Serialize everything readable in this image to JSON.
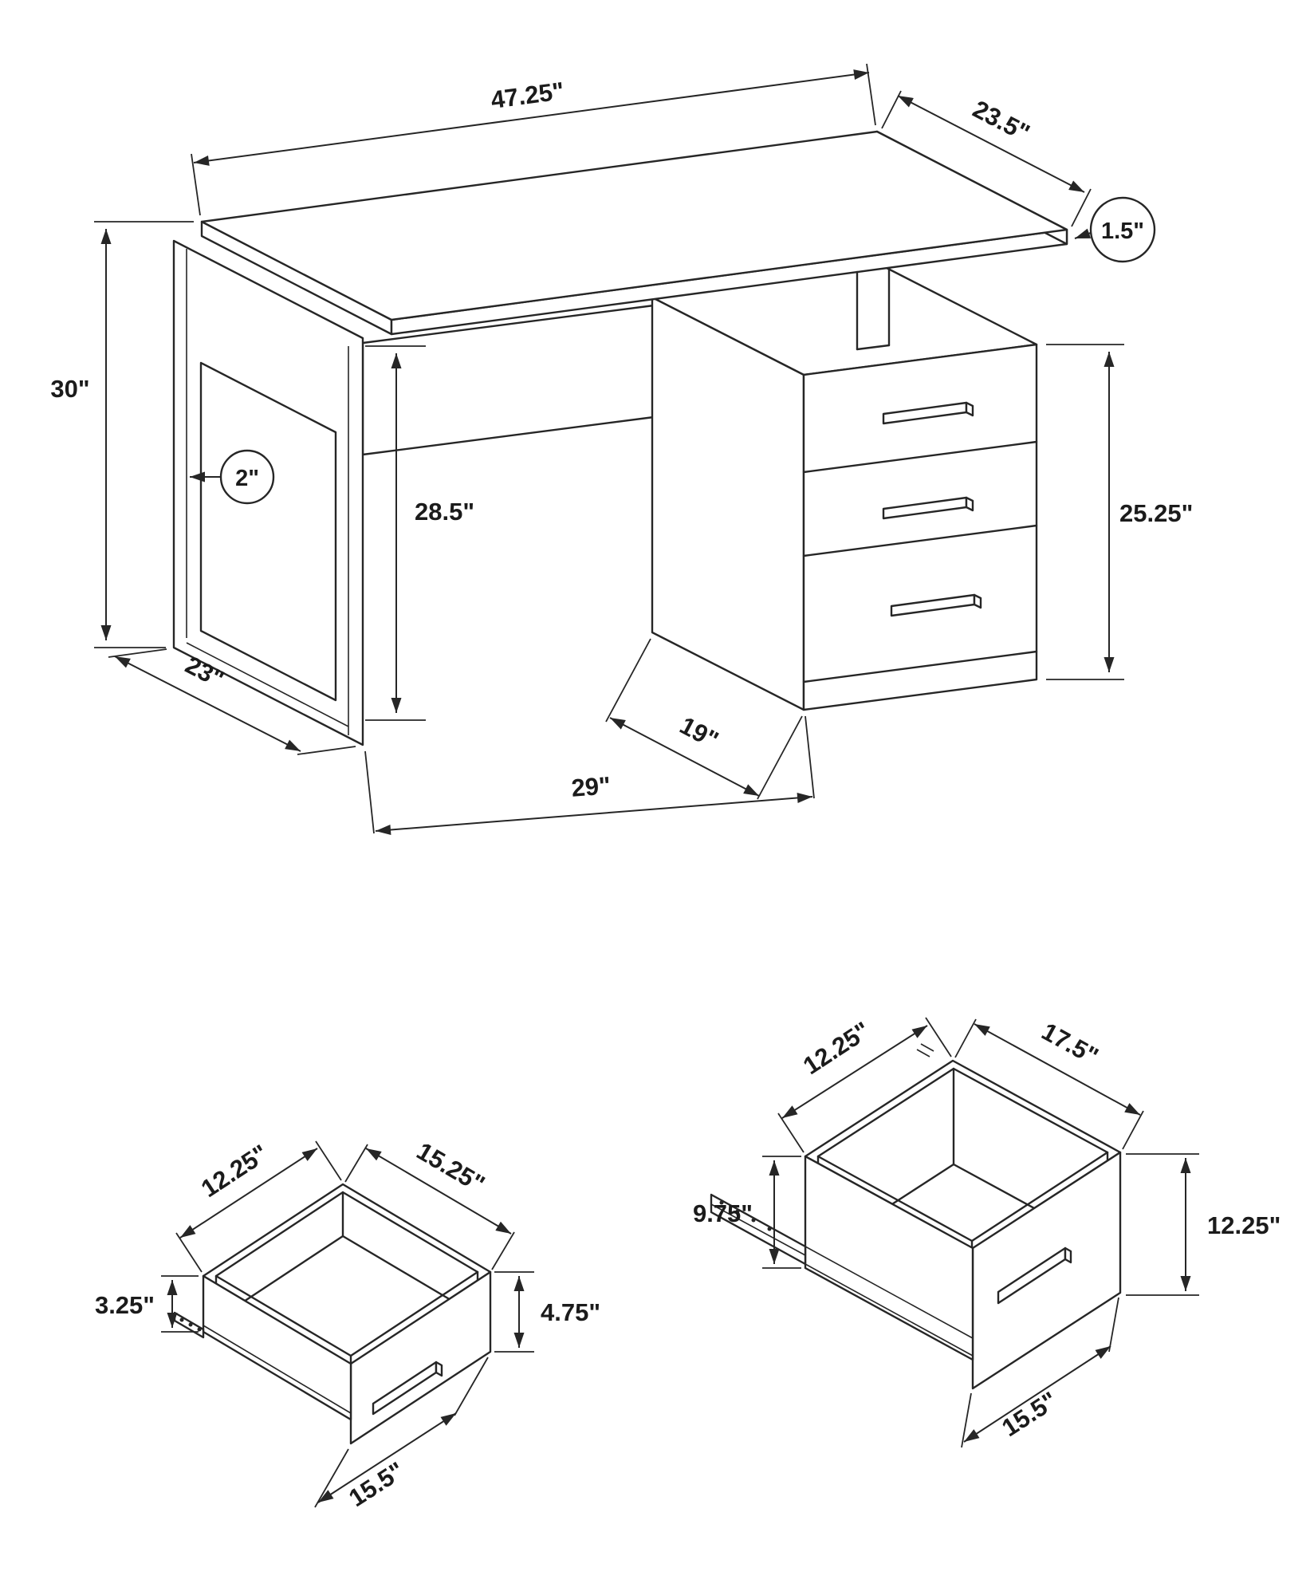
{
  "desk": {
    "width_label": "47.25\"",
    "depth_label": "23.5\"",
    "top_thickness_label": "1.5\"",
    "height_label": "30\"",
    "leg_thickness_label": "2\"",
    "clearance_height_label": "28.5\"",
    "cabinet_height_label": "25.25\"",
    "cabinet_depth_label": "19\"",
    "leg_depth_label": "23\"",
    "knee_space_label": "29\""
  },
  "small_drawer": {
    "depth_label": "12.25\"",
    "width_label": "15.25\"",
    "side_height_label": "3.25\"",
    "front_height_label": "4.75\"",
    "front_width_label": "15.5\""
  },
  "file_drawer": {
    "depth_label": "12.25\"",
    "width_label": "17.5\"",
    "side_height_label": "9.75\"",
    "front_height_label": "12.25\"",
    "front_width_label": "15.5\""
  }
}
